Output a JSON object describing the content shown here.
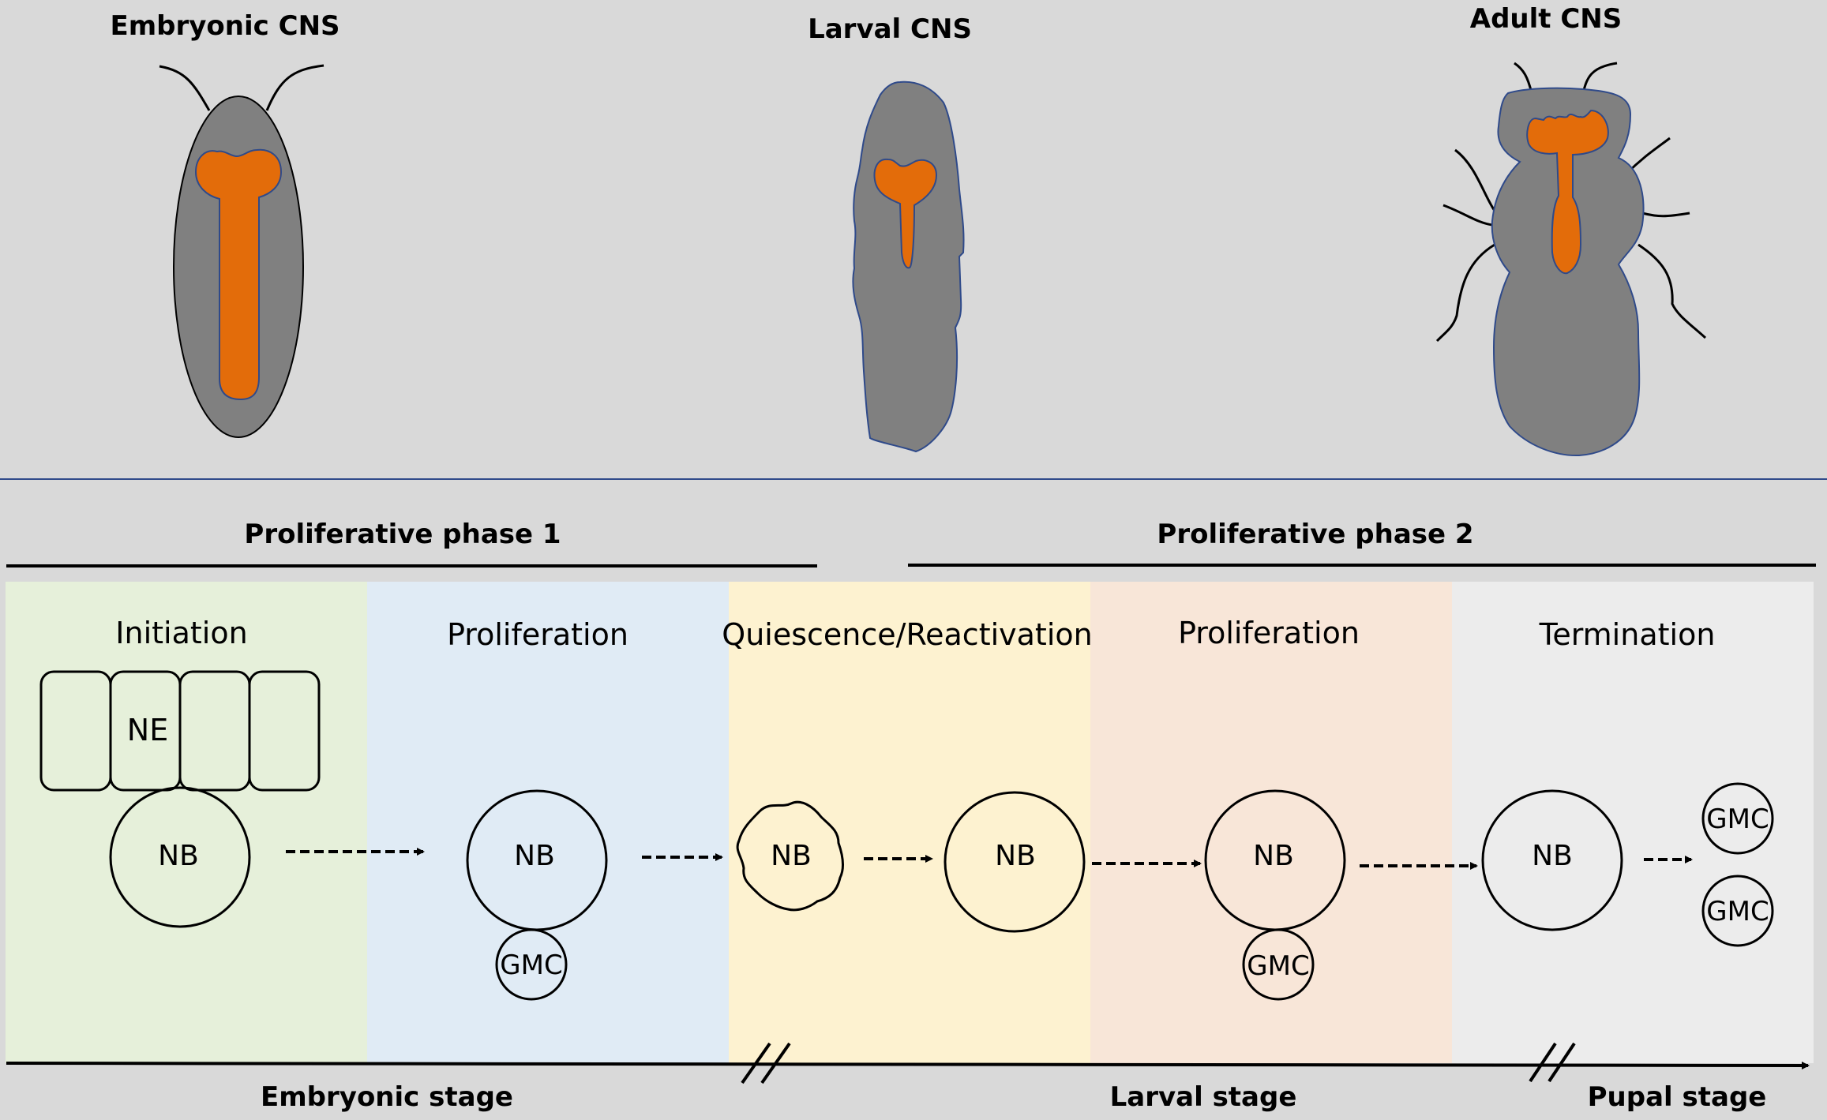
{
  "top": {
    "embryonic_cns_label": "Embryonic CNS",
    "larval_cns_label": "Larval CNS",
    "adult_cns_label": "Adult CNS"
  },
  "phases": {
    "phase1_label": "Proliferative phase 1",
    "phase2_label": "Proliferative phase 2"
  },
  "panels": [
    {
      "title": "Initiation",
      "color": "#e6f0da"
    },
    {
      "title": "Proliferation",
      "color": "#e0ebf5"
    },
    {
      "title": "Quiescence/Reactivation",
      "color": "#fdf2d0"
    },
    {
      "title": "Proliferation",
      "color": "#f8e6d8"
    },
    {
      "title": "Termination",
      "color": "#ececec"
    }
  ],
  "cells": {
    "ne": "NE",
    "nb": "NB",
    "gmc": "GMC"
  },
  "stages": {
    "embryonic": "Embryonic stage",
    "larval": "Larval stage",
    "pupal": "Pupal stage"
  },
  "colors": {
    "background": "#d9d9d9",
    "tissue_gray": "#808080",
    "cns_orange": "#e36c0a",
    "divider_blue": "#2f4a8a"
  }
}
